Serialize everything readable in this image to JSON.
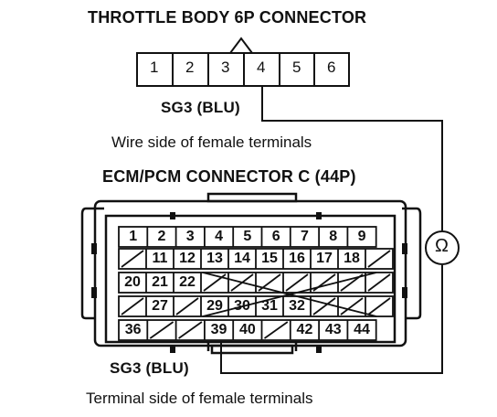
{
  "throttle": {
    "title": "THROTTLE BODY 6P CONNECTOR",
    "pins": [
      "1",
      "2",
      "3",
      "4",
      "5",
      "6"
    ],
    "signal_label": "SG3 (BLU)",
    "caption": "Wire side of female terminals"
  },
  "ecm": {
    "title": "ECM/PCM CONNECTOR C (44P)",
    "row1": [
      "1",
      "2",
      "3",
      "4",
      "5",
      "6",
      "7",
      "8",
      "9"
    ],
    "row2": [
      "",
      "11",
      "12",
      "13",
      "14",
      "15",
      "16",
      "17",
      "18",
      ""
    ],
    "row3": [
      "20",
      "21",
      "22",
      "",
      "",
      "",
      "",
      "",
      "",
      ""
    ],
    "row4": [
      "",
      "27",
      "",
      "29",
      "30",
      "31",
      "32",
      "",
      "",
      ""
    ],
    "row5": [
      "36",
      "",
      "",
      "39",
      "40",
      "",
      "42",
      "43",
      "44"
    ],
    "signal_label": "SG3 (BLU)",
    "caption": "Terminal side of female terminals"
  },
  "meter": {
    "symbol": "Ω"
  }
}
